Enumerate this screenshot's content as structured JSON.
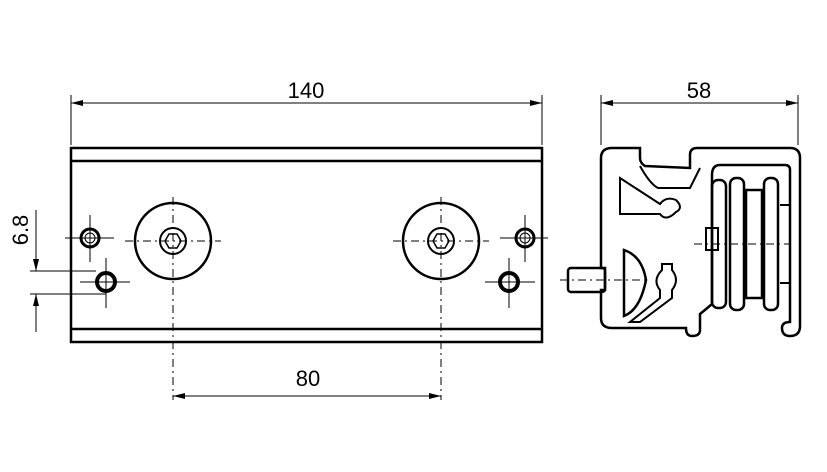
{
  "drawing": {
    "dimensions": {
      "overall_length": "140",
      "profile_width": "58",
      "hole_spacing": "80",
      "hole_offset": "6.8"
    },
    "colors": {
      "line": "#000000",
      "background": "#ffffff"
    }
  }
}
